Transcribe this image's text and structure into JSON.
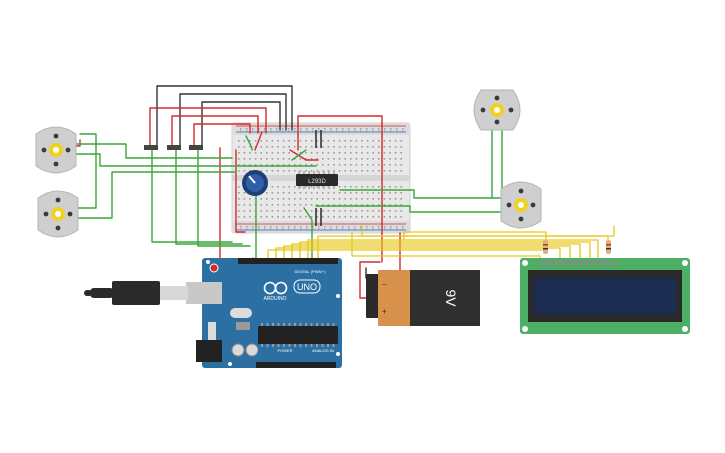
{
  "arduino": {
    "logo_text": "ARDUINO",
    "uno_text": "UNO",
    "digital_label": "DIGITAL (PWM~)",
    "power_label": "POWER",
    "analog_label": "ANALOG IN"
  },
  "battery": {
    "label": "9V",
    "plus": "+",
    "minus": "−"
  },
  "driver_ic": {
    "label": "L293D"
  },
  "colors": {
    "wire_red": "#d62a2a",
    "wire_green": "#3aa63a",
    "wire_yellow": "#e6c619",
    "wire_black": "#333333",
    "arduino_blue": "#2b6fa3",
    "lcd_green": "#4caf63",
    "battery_orange": "#d8914a"
  }
}
